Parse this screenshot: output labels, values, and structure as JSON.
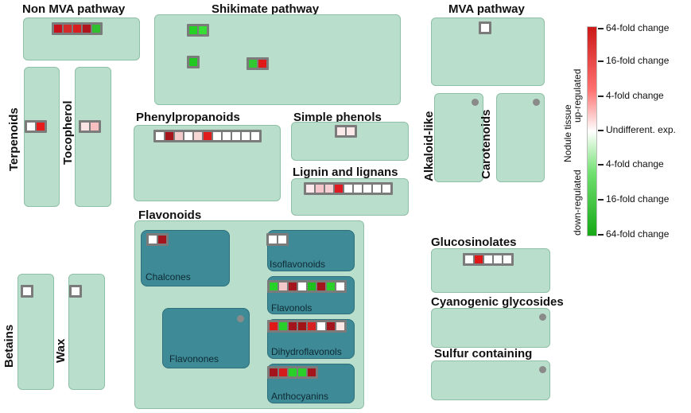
{
  "pathways": {
    "non_mva": {
      "title": "Non MVA pathway",
      "cells": [
        "#c8101a",
        "#d42a2a",
        "#d81e1e",
        "#b0141c",
        "#2fbf2f"
      ]
    },
    "shikimate": {
      "title": "Shikimate pathway",
      "cells_a": [
        "#26d126",
        "#36de36"
      ],
      "cells_b": [
        "#22c822"
      ],
      "cells_c": [
        "#32c832",
        "#e01818"
      ]
    },
    "mva": {
      "title": "MVA pathway",
      "cells": [
        "#ffffff"
      ]
    },
    "terpenoids": {
      "title": "Terpenoids",
      "cells": [
        "#ffffff",
        "#e61c1c"
      ]
    },
    "tocopherol": {
      "title": "Tocopherol",
      "cells": [
        "#fbe4e4",
        "#f6c0c0"
      ]
    },
    "phenylpropanoids": {
      "title": "Phenylpropanoids",
      "cells": [
        "#ffffff",
        "#a8141c",
        "#f3c9c9",
        "#ffffff",
        "#f7d6d6",
        "#e01c1c",
        "#ffffff",
        "#ffffff",
        "#ffffff",
        "#ffffff",
        "#ffffff"
      ]
    },
    "simple_phenols": {
      "title": "Simple phenols",
      "cells": [
        "#fbe8e8",
        "#fbe8e8"
      ]
    },
    "lignin": {
      "title": "Lignin and lignans",
      "cells": [
        "#fde8ec",
        "#f4c6cc",
        "#f6cfd4",
        "#e01a22",
        "#ffffff",
        "#ffffff",
        "#ffffff",
        "#ffffff",
        "#ffffff"
      ]
    },
    "alkaloid_like": {
      "title": "Alkaloid-like"
    },
    "carotenoids": {
      "title": "Carotenoids"
    },
    "flavonoids": {
      "title": "Flavonoids",
      "chalcones": {
        "label": "Chalcones",
        "cells": [
          "#ffffff",
          "#a4141c"
        ]
      },
      "isoflavonoids": {
        "label": "Isoflavonoids",
        "cells": [
          "#ffffff",
          "#ffffff"
        ]
      },
      "flavonols": {
        "label": "Flavonols",
        "cells": [
          "#28d128",
          "#f4c8c8",
          "#a4141c",
          "#ffffff",
          "#1fbf1f",
          "#a4141c",
          "#2ad02a",
          "#ffffff"
        ]
      },
      "flavonones": {
        "label": "Flavonones"
      },
      "dihydroflavonols": {
        "label": "Dihydroflavonols",
        "cells": [
          "#e01818",
          "#2ad02a",
          "#a4141c",
          "#a01418",
          "#d82020",
          "#ffffff",
          "#a4141c",
          "#fbe6e6"
        ]
      },
      "anthocyanins": {
        "label": "Anthocyanins",
        "cells": [
          "#a4141c",
          "#d41c1c",
          "#2ad02a",
          "#2ad02a",
          "#a4141c"
        ]
      }
    },
    "betains": {
      "title": "Betains",
      "cells": [
        "#ffffff"
      ]
    },
    "wax": {
      "title": "Wax",
      "cells": [
        "#ffffff"
      ]
    },
    "glucosinolates": {
      "title": "Glucosinolates",
      "cells": [
        "#ffffff",
        "#e01818",
        "#ffffff",
        "#ffffff",
        "#ffffff"
      ]
    },
    "cyanogenic": {
      "title": "Cyanogenic glycosides"
    },
    "sulfur": {
      "title": "Sulfur containing"
    }
  },
  "legend": {
    "ticks": [
      "64-fold change",
      "16-fold change",
      "4-fold change",
      "Undifferent. exp.",
      "4-fold change",
      "16-fold change",
      "64-fold change"
    ],
    "title": "Nodule tissue",
    "up": "up-regulated",
    "down": "down-regulated",
    "colors": {
      "up": "#cc1818",
      "neutral": "#ffffff",
      "down": "#16a816"
    }
  }
}
